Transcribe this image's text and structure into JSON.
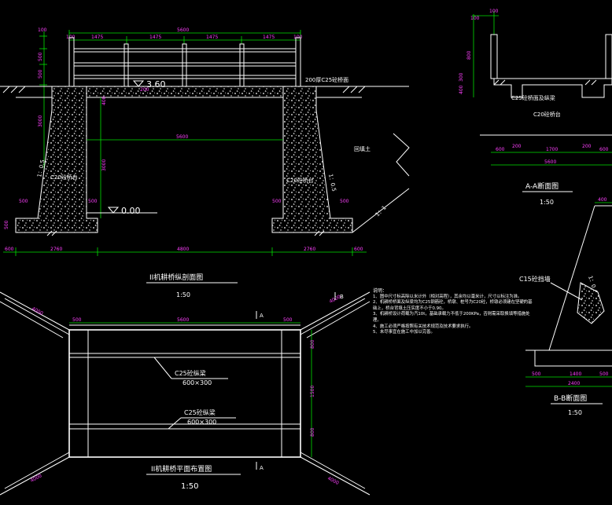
{
  "longitudinal": {
    "dims_top": [
      "100",
      "5600",
      "1475",
      "1475",
      "1475",
      "1475",
      "100"
    ],
    "dims_left": [
      "100",
      "500",
      "500",
      "3000"
    ],
    "elev_top": "3.60",
    "elev_bottom": "0.00",
    "deck_label": "200厚C25砼桥面",
    "deck_thk": "400",
    "span_inner": "5600",
    "height_inner": "3000",
    "abutment_left": "C20砼桥台",
    "abutment_right": "C20砼桥台",
    "slope_left": "1：0.5",
    "slope_right": "1：0.5",
    "slope_fill": "1：1",
    "backfill": "回填土",
    "footing_dims": [
      "500",
      "500",
      "500",
      "500",
      "500"
    ],
    "dims_bottom": [
      "600",
      "2760",
      "4800",
      "2760",
      "600"
    ],
    "title": "II机耕桥纵剖面图",
    "scale": "1:50"
  },
  "plan": {
    "title": "II机耕桥平面布置图",
    "scale": "1:50",
    "dims_top": [
      "500",
      "5600",
      "500"
    ],
    "dims_right": [
      "800",
      "1500",
      "800"
    ],
    "beam1": "C25砼纵梁",
    "beam1_size": "600×300",
    "beam2": "C25砼纵梁",
    "beam2_size": "600×300",
    "wing_dims": [
      "4000",
      "4000",
      "4000",
      "4000"
    ],
    "section_mark_a": "A",
    "section_mark_b": "B"
  },
  "section_aa": {
    "title": "A-A断面图",
    "scale": "1:50",
    "dims_top": [
      "100",
      "100"
    ],
    "dims_left": [
      "800",
      "300",
      "400"
    ],
    "beam_label": "C25砼桥面及纵梁",
    "abutment": "C20砼桥台",
    "dims_bottom": [
      "600",
      "200",
      "1700",
      "200",
      "600"
    ],
    "total": "5600"
  },
  "section_bb": {
    "title": "B-B断面图",
    "scale": "1:50",
    "wall": "C15砼挡墙",
    "slope": "1：0.4",
    "dims_bottom": [
      "500",
      "1400",
      "500"
    ],
    "total": "2400",
    "top_dim": "400"
  },
  "notes": {
    "heading": "说明：",
    "items": [
      "1、图中尺寸标高除以米计外（相对高程），其余均以毫米计，尺寸以标注为准。",
      "2、机耕桥桥面及纵梁均为C25钢筋砼，桥墩、桩号为C20砼，桥墩必须建在坚硬的基础上，桥台背填土压实度不小于0.90。",
      "3、机耕桥设计荷载为汽10t，基础承载力不低于200KPa，否则需采取换填等措施处理。",
      "4、施工必须严格按照有关技术规范及技术要求执行。",
      "5、未尽事宜在施工中加以完善。"
    ]
  }
}
